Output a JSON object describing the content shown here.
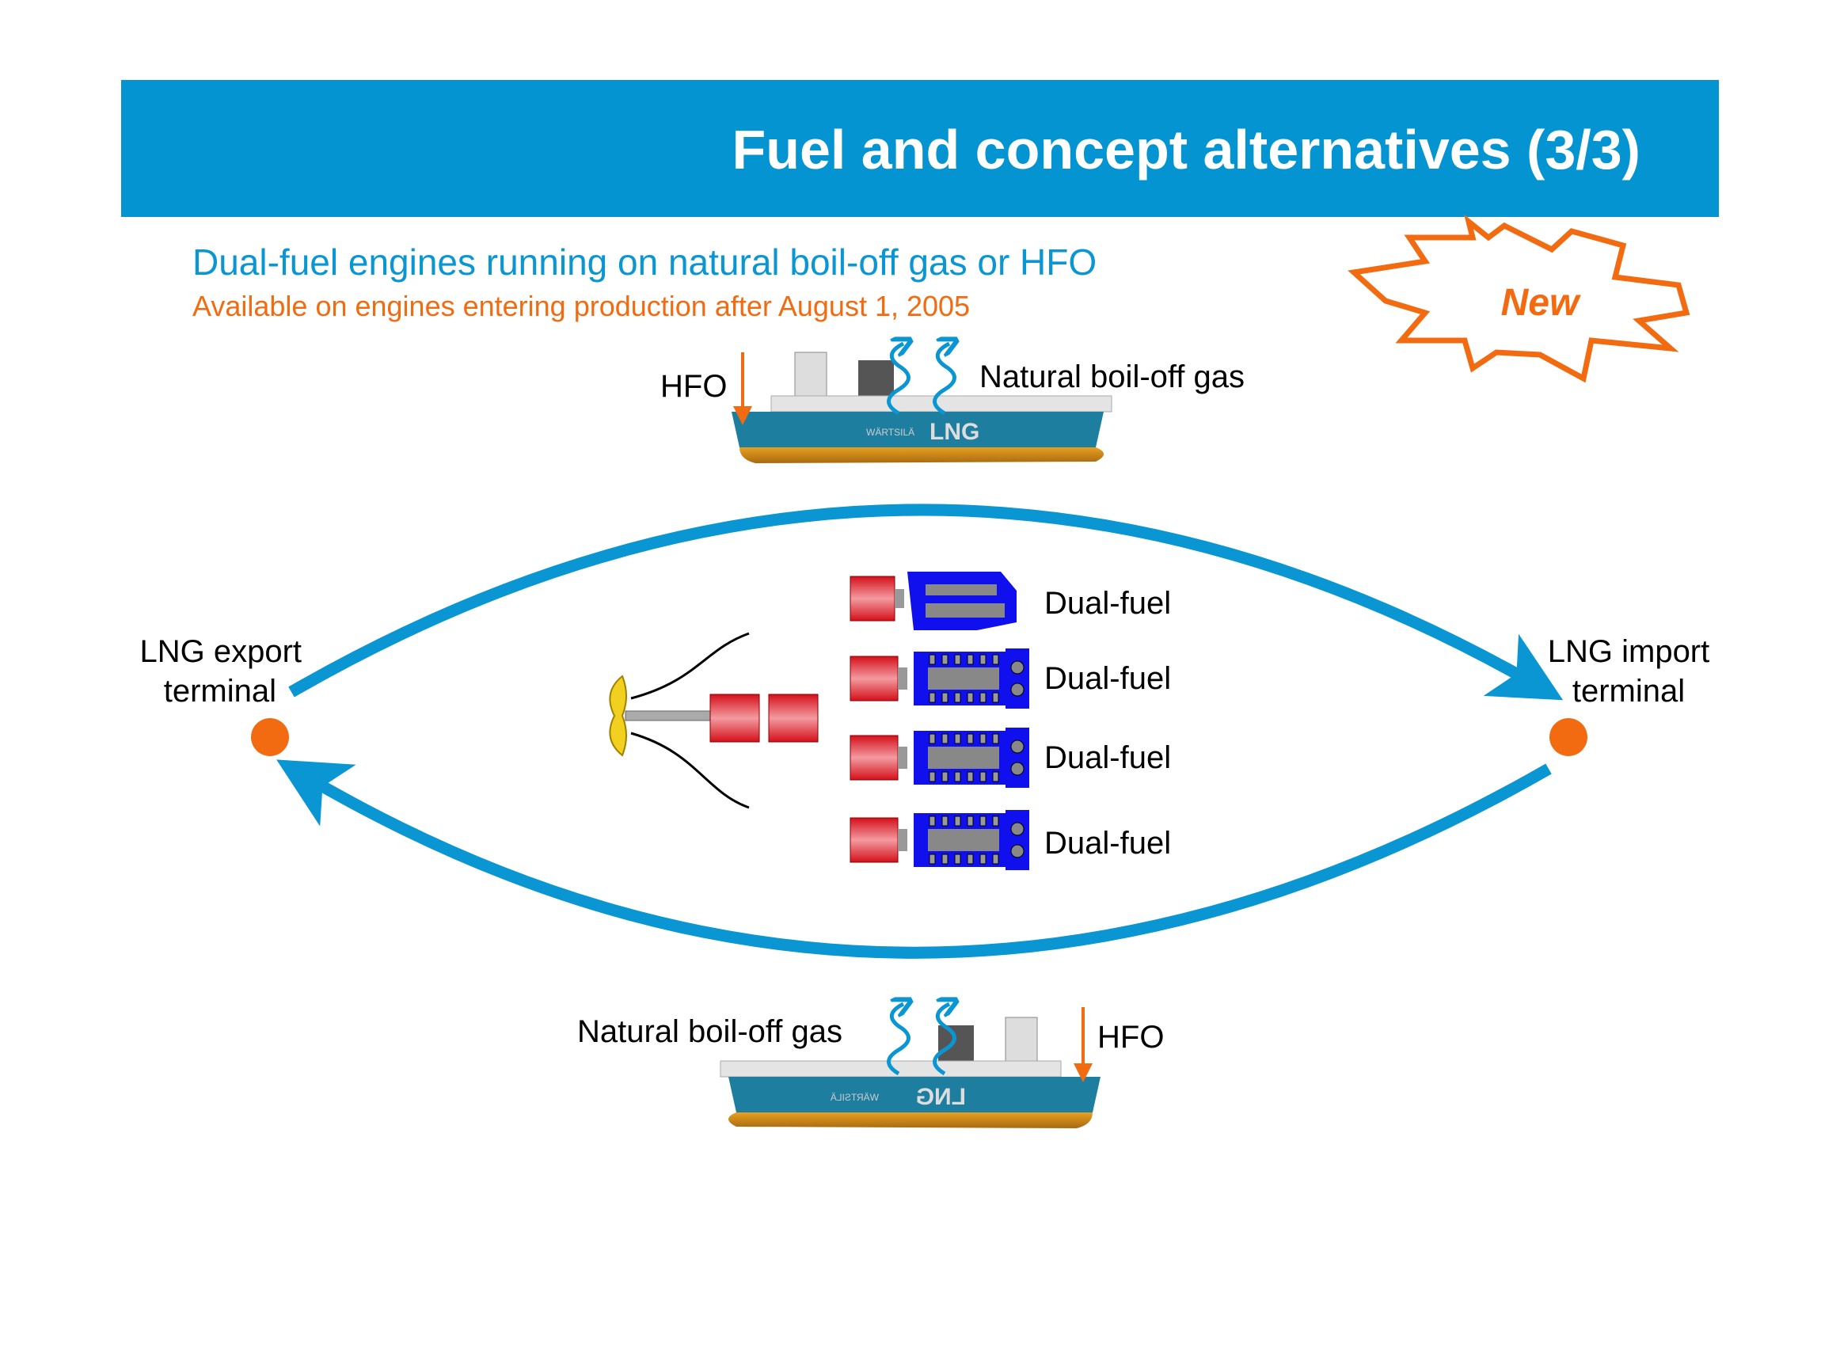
{
  "header": {
    "title": "Fuel and concept alternatives (3/3)"
  },
  "subtitle": "Dual-fuel engines running on natural boil-off gas or HFO",
  "note": "Available on engines entering production after August 1, 2005",
  "badge": {
    "label": "New"
  },
  "top_ship": {
    "fuel_label": "HFO",
    "gas_label": "Natural boil-off gas",
    "hull_text": "LNG",
    "brand_text": "WÄRTSILÄ"
  },
  "bottom_ship": {
    "fuel_label": "HFO",
    "gas_label": "Natural boil-off gas",
    "hull_text": "LNG",
    "brand_text": "WÄRTSILÄ"
  },
  "terminals": {
    "export": {
      "line1": "LNG export",
      "line2": "terminal"
    },
    "import": {
      "line1": "LNG import",
      "line2": "terminal"
    }
  },
  "engines": [
    {
      "label": "Dual-fuel"
    },
    {
      "label": "Dual-fuel"
    },
    {
      "label": "Dual-fuel"
    },
    {
      "label": "Dual-fuel"
    }
  ],
  "colors": {
    "header": "#0394d1",
    "accent_blue": "#0a96d2",
    "orange": "#f26b10",
    "engine_blue": "#1010ee",
    "generator_red": "#d4101a"
  }
}
